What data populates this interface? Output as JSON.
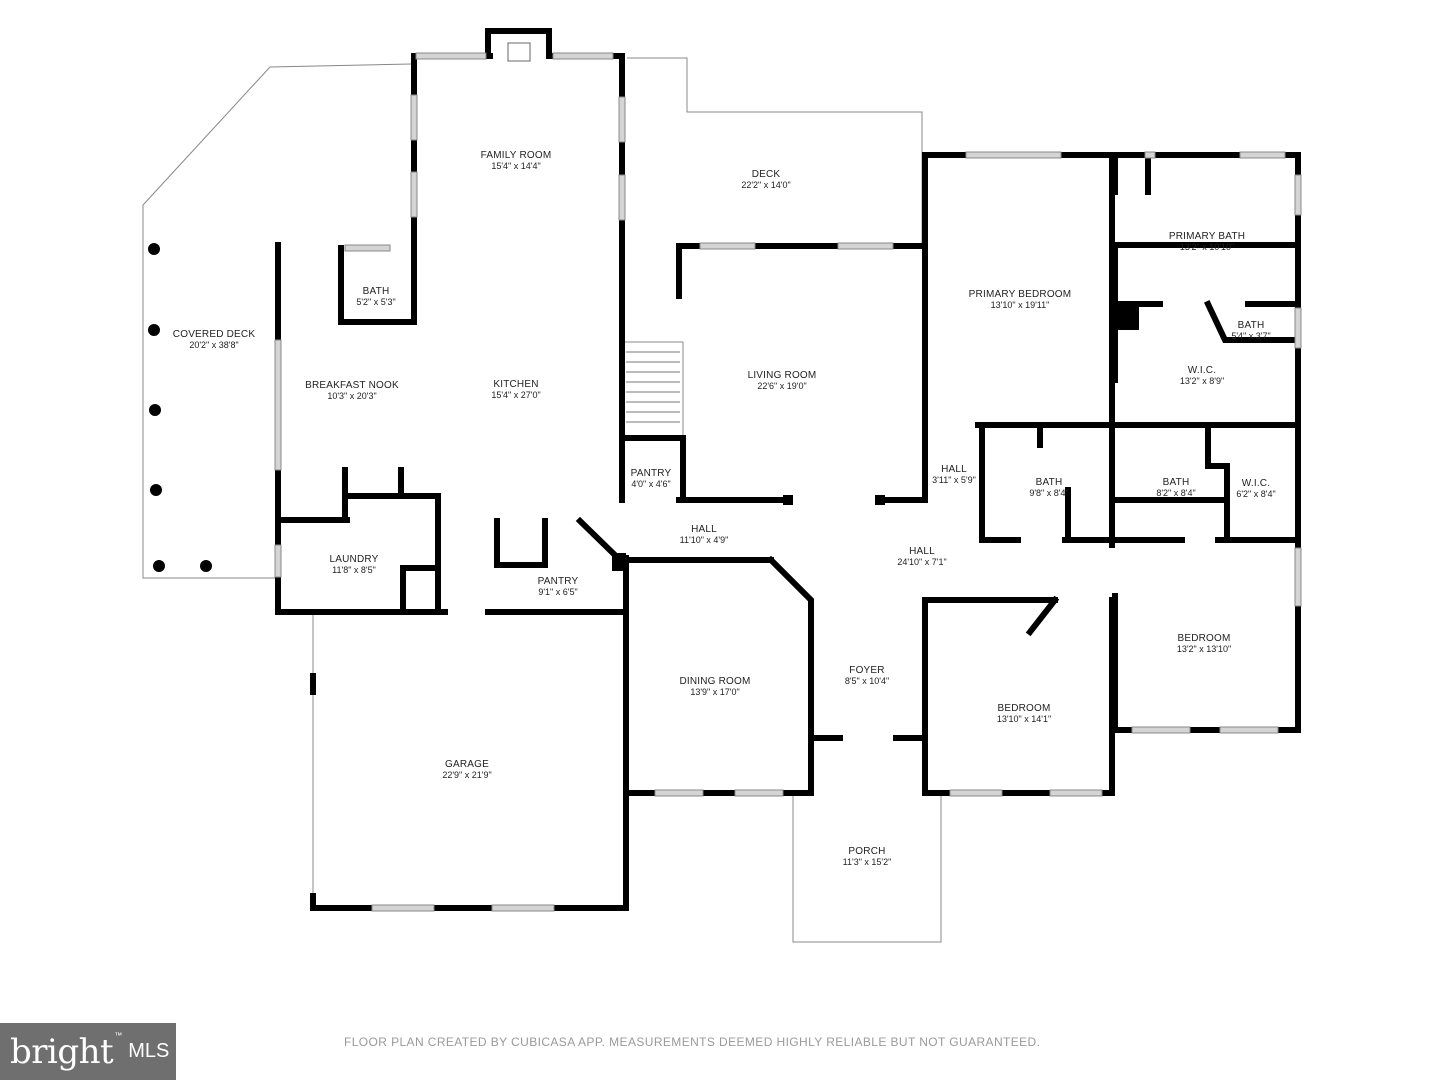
{
  "rooms": [
    {
      "id": "covered-deck",
      "name": "COVERED DECK",
      "dims": "20'2\" x 38'8\""
    },
    {
      "id": "family-room",
      "name": "FAMILY ROOM",
      "dims": "15'4\" x 14'4\""
    },
    {
      "id": "deck",
      "name": "DECK",
      "dims": "22'2\" x 14'0\""
    },
    {
      "id": "primary-bedroom",
      "name": "PRIMARY BEDROOM",
      "dims": "13'10\" x 19'11\""
    },
    {
      "id": "primary-bath",
      "name": "PRIMARY BATH",
      "dims": "13'2\" x 10'10\""
    },
    {
      "id": "bath-small",
      "name": "BATH",
      "dims": "5'2\" x 5'3\""
    },
    {
      "id": "breakfast-nook",
      "name": "BREAKFAST NOOK",
      "dims": "10'3\" x 20'3\""
    },
    {
      "id": "kitchen",
      "name": "KITCHEN",
      "dims": "15'4\" x 27'0\""
    },
    {
      "id": "living-room",
      "name": "LIVING ROOM",
      "dims": "22'6\" x 19'0\""
    },
    {
      "id": "bath-primary-wc",
      "name": "BATH",
      "dims": "5'4\" x 3'7\""
    },
    {
      "id": "wic-primary",
      "name": "W.I.C.",
      "dims": "13'2\" x 8'9\""
    },
    {
      "id": "pantry-small",
      "name": "PANTRY",
      "dims": "4'0\" x 4'6\""
    },
    {
      "id": "hall-small",
      "name": "HALL",
      "dims": "3'11\" x 5'9\""
    },
    {
      "id": "bath-mid",
      "name": "BATH",
      "dims": "9'8\" x 8'4\""
    },
    {
      "id": "bath-right",
      "name": "BATH",
      "dims": "8'2\" x 8'4\""
    },
    {
      "id": "wic-right",
      "name": "W.I.C.",
      "dims": "6'2\" x 8'4\""
    },
    {
      "id": "hall-mid",
      "name": "HALL",
      "dims": "11'10\" x 4'9\""
    },
    {
      "id": "hall-long",
      "name": "HALL",
      "dims": "24'10\" x 7'1\""
    },
    {
      "id": "laundry",
      "name": "LAUNDRY",
      "dims": "11'8\" x 8'5\""
    },
    {
      "id": "pantry-large",
      "name": "PANTRY",
      "dims": "9'1\" x 6'5\""
    },
    {
      "id": "bedroom-right",
      "name": "BEDROOM",
      "dims": "13'2\" x 13'10\""
    },
    {
      "id": "foyer",
      "name": "FOYER",
      "dims": "8'5\" x 10'4\""
    },
    {
      "id": "dining-room",
      "name": "DINING ROOM",
      "dims": "13'9\" x 17'0\""
    },
    {
      "id": "bedroom-mid",
      "name": "BEDROOM",
      "dims": "13'10\" x 14'1\""
    },
    {
      "id": "garage",
      "name": "GARAGE",
      "dims": "22'9\" x 21'9\""
    },
    {
      "id": "porch",
      "name": "PORCH",
      "dims": "11'3\" x 15'2\""
    }
  ],
  "footer": "FLOOR PLAN CREATED BY CUBICASA APP. MEASUREMENTS DEEMED HIGHLY RELIABLE BUT NOT GUARANTEED.",
  "logo": {
    "word": "bright",
    "trademark": "™",
    "suffix": "MLS"
  },
  "colors": {
    "wall": "#000000",
    "thin_line": "#888888",
    "window": "#bbbbbb",
    "footer_text": "#9a9a9a",
    "logo_bg": "#6f6f6f"
  }
}
